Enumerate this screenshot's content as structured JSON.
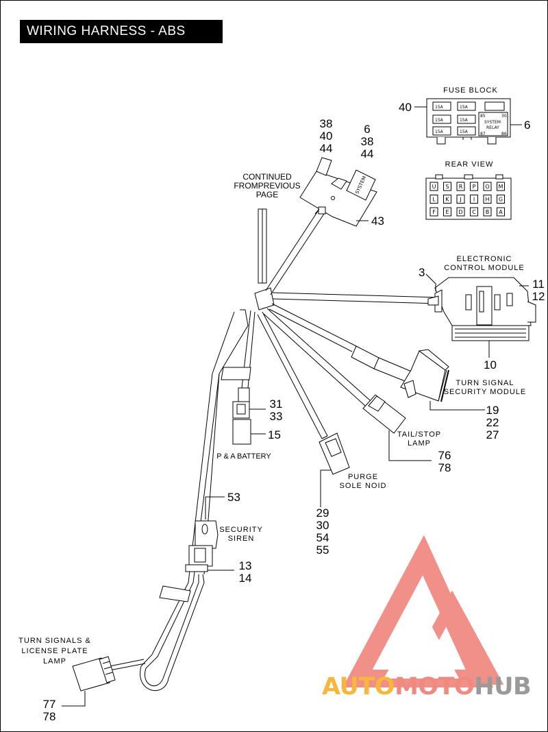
{
  "title": "WIRING HARNESS - ABS",
  "fuse_block": {
    "label": "FUSE BLOCK",
    "fuses": [
      "15A",
      "15A",
      "15A",
      "15A",
      "15A",
      "15A"
    ],
    "relay": {
      "label_line1": "SYSTEM",
      "label_line2": "RELAY",
      "pin_tl": "85",
      "pin_tr": "30",
      "pin_bl": "87",
      "pin_br": "86"
    },
    "ref_left": "40",
    "ref_right": "6"
  },
  "rear_view": {
    "label": "REAR VIEW",
    "rows": [
      [
        "U",
        "S",
        "R",
        "P",
        "O",
        "M"
      ],
      [
        "L",
        "K",
        "J",
        "I",
        "H",
        "G"
      ],
      [
        "F",
        "E",
        "D",
        "C",
        "B",
        "A"
      ]
    ]
  },
  "fuse_connector": {
    "refs_left": [
      "38",
      "40",
      "44"
    ],
    "refs_right": [
      "6",
      "38",
      "44"
    ],
    "system_text": "SYSTEM",
    "ref_body": "43"
  },
  "continued": {
    "line1": "CONTINUED",
    "line2": "FROMPREVIOUS",
    "line3": "PAGE"
  },
  "ecm": {
    "line1": "ELECTRONIC",
    "line2": "CONTROL MODULE",
    "ref_left": "3",
    "refs_right": [
      "11",
      "12"
    ],
    "ref_bottom": "10"
  },
  "tssm": {
    "line1": "TURN SIGNAL",
    "line2": "SECURITY MODULE",
    "refs": [
      "19",
      "22",
      "27"
    ]
  },
  "tail_stop": {
    "line1": "TAIL/STOP",
    "line2": "LAMP",
    "refs": [
      "76",
      "78"
    ]
  },
  "purge": {
    "line1": "PURGE",
    "line2": "SOLE NOID",
    "refs": [
      "29",
      "30",
      "54",
      "55"
    ]
  },
  "battery": {
    "label": "P & A BATTERY",
    "refs_a": [
      "31",
      "33"
    ],
    "ref_b": "15"
  },
  "siren": {
    "line1": "SECURITY",
    "line2": "SIREN",
    "ref_top": "53",
    "refs": [
      "13",
      "14"
    ]
  },
  "turn_signals": {
    "line1": "TURN SIGNALS &",
    "line2": "LICENSE PLATE",
    "line3": "LAMP",
    "refs": [
      "77",
      "78"
    ]
  },
  "watermark": {
    "part1": "AUTO",
    "part2": "MOTO",
    "part3": "HUB",
    "color1": "#f6b73c",
    "color2": "#f08a80",
    "color3": "#9a9a9a",
    "logo_color": "#ee7d75"
  }
}
